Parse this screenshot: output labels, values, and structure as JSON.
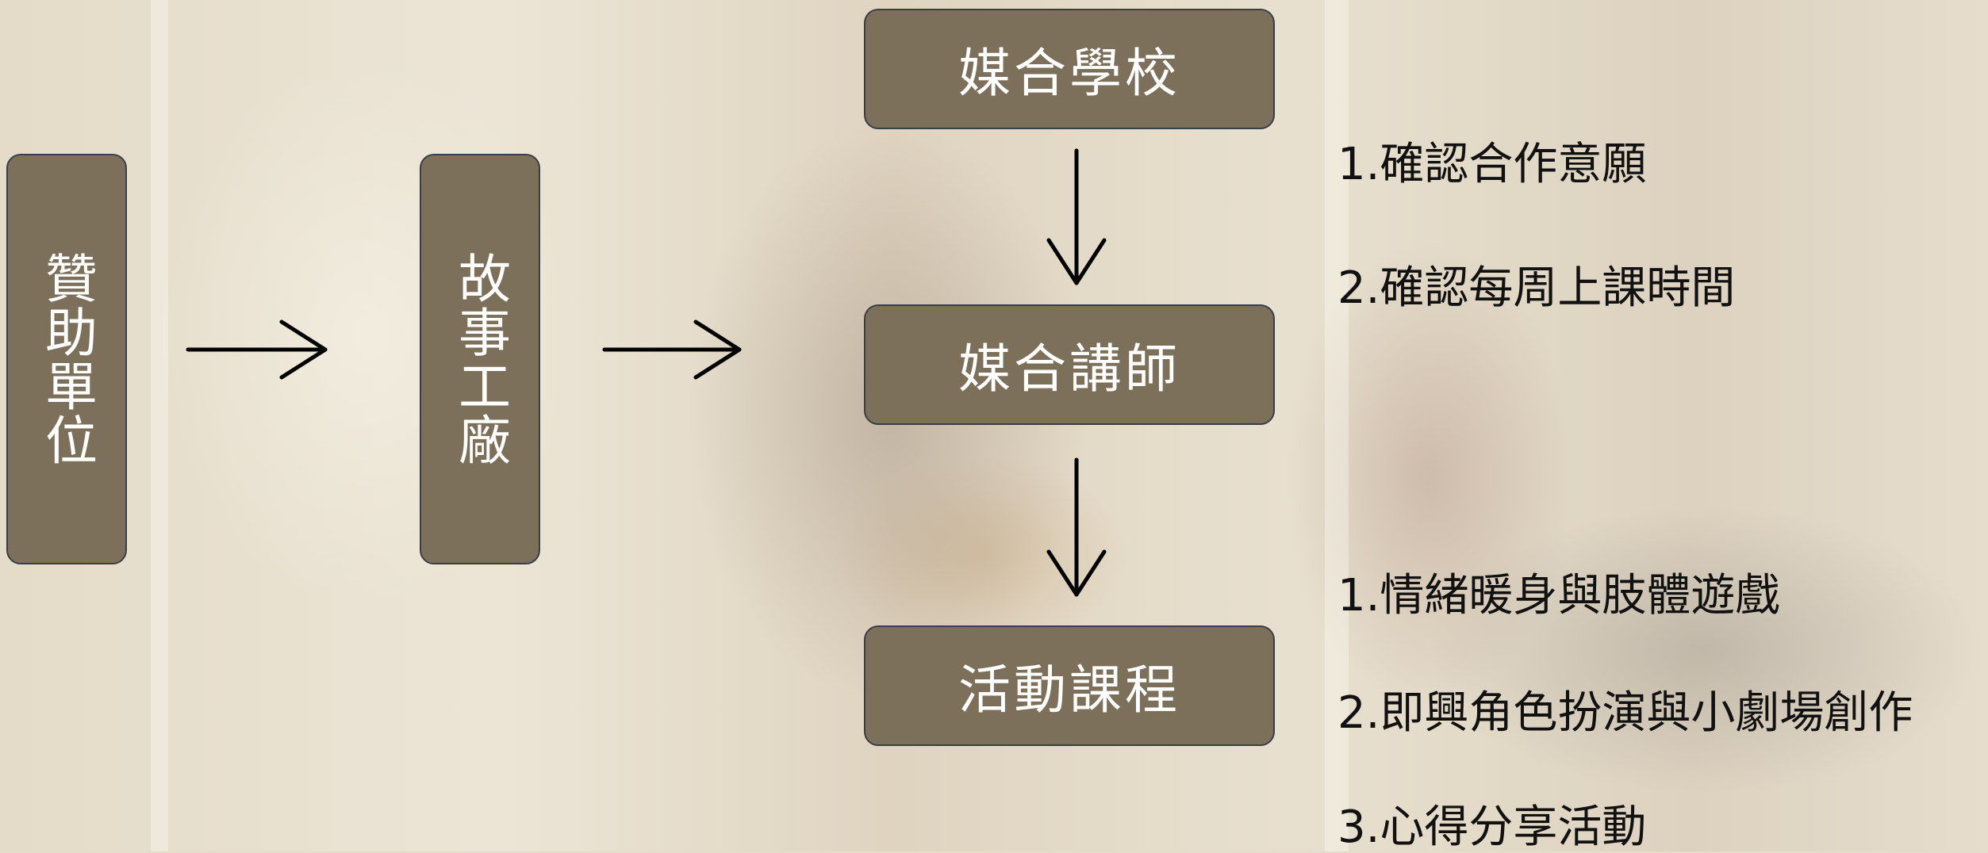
{
  "flow": {
    "sponsor": "贊助單位",
    "factory": "故事工廠",
    "match_school": "媒合學校",
    "match_teacher": "媒合講師",
    "course": "活動課程"
  },
  "school_notes": [
    "1.確認合作意願",
    "2.確認每周上課時間"
  ],
  "course_notes": [
    "1.情緒暖身與肢體遊戲",
    "2.即興角色扮演與小劇場創作",
    "3.心得分享活動"
  ],
  "colors": {
    "box_fill": "#7c705a",
    "box_border": "#3a3e4a",
    "box_text": "#ffffff",
    "arrow": "#000000"
  }
}
